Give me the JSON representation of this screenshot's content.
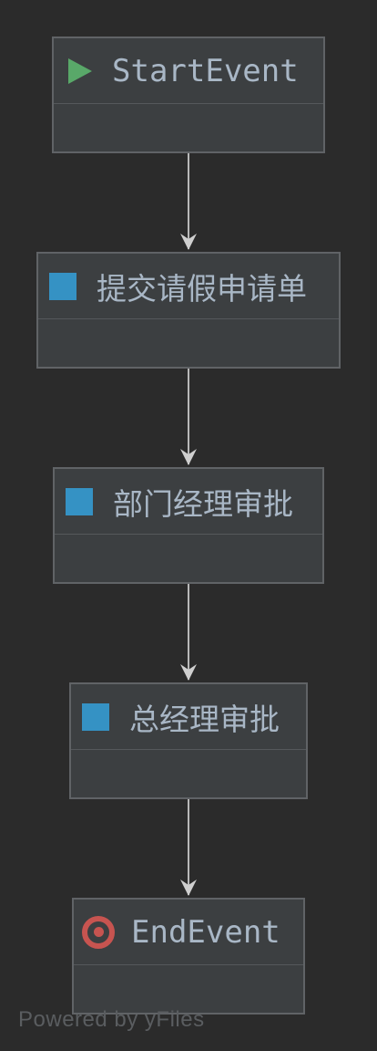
{
  "nodes": [
    {
      "type": "start",
      "label": "StartEvent",
      "icon": "start-event-icon"
    },
    {
      "type": "task",
      "label": "提交请假申请单",
      "icon": "user-task-icon"
    },
    {
      "type": "task",
      "label": "部门经理审批",
      "icon": "user-task-icon"
    },
    {
      "type": "task",
      "label": "总经理审批",
      "icon": "user-task-icon"
    },
    {
      "type": "end",
      "label": "EndEvent",
      "icon": "end-event-icon"
    }
  ],
  "edges": [
    {
      "from": 0,
      "to": 1
    },
    {
      "from": 1,
      "to": 2
    },
    {
      "from": 2,
      "to": 3
    },
    {
      "from": 3,
      "to": 4
    }
  ],
  "watermark": "Powered by yFiles",
  "colors": {
    "background": "#2b2b2b",
    "node_fill": "#3c3f41",
    "node_border": "#606366",
    "text": "#a9b7c6",
    "start_icon": "#59a869",
    "task_icon": "#3592c4",
    "end_icon": "#c75450",
    "edge": "#b8b8b8"
  }
}
